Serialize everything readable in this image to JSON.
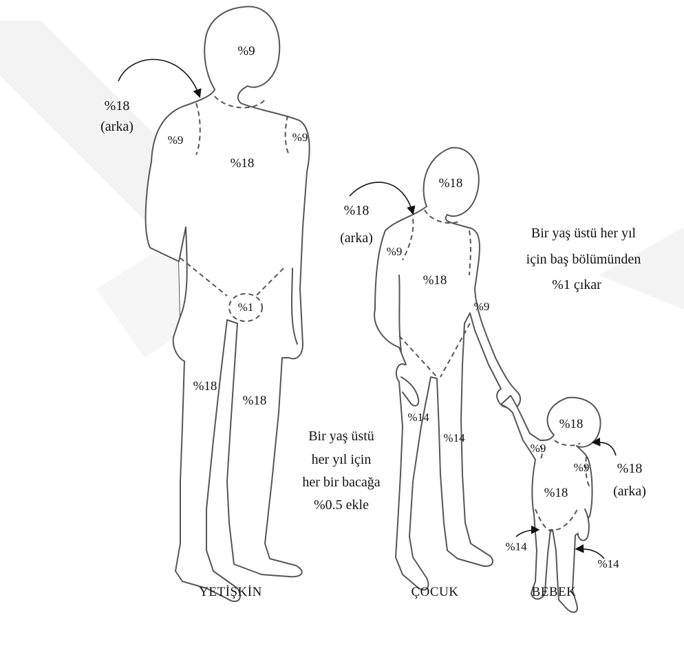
{
  "figures": {
    "adult": {
      "caption": "YETİŞKİN",
      "head": "%9",
      "back": {
        "value": "%18",
        "note": "(arka)"
      },
      "left_arm": "%9",
      "right_arm": "%9",
      "torso": "%18",
      "genital": "%1",
      "left_leg": "%18",
      "right_leg": "%18"
    },
    "child": {
      "caption": "ÇOCUK",
      "head": "%18",
      "back": {
        "value": "%18",
        "note": "(arka)"
      },
      "left_arm": "%9",
      "right_arm": "%9",
      "torso": "%18",
      "left_leg": "%14",
      "right_leg": "%14"
    },
    "baby": {
      "caption": "BEBEK",
      "head": "%18",
      "back": {
        "value": "%18",
        "note": "(arka)"
      },
      "left_arm": "%9",
      "right_arm": "%9",
      "torso": "%18",
      "left_leg": "%14",
      "right_leg": "%14"
    }
  },
  "notes": {
    "head_rule": [
      "Bir yaş üstü her yıl",
      "için baş bölümünden",
      "%1 çıkar"
    ],
    "leg_rule": [
      "Bir yaş üstü",
      "her yıl için",
      "her bir bacağa",
      "%0.5 ekle"
    ]
  },
  "colors": {
    "outline": "#555555",
    "watermark": "#f3f3f3"
  }
}
